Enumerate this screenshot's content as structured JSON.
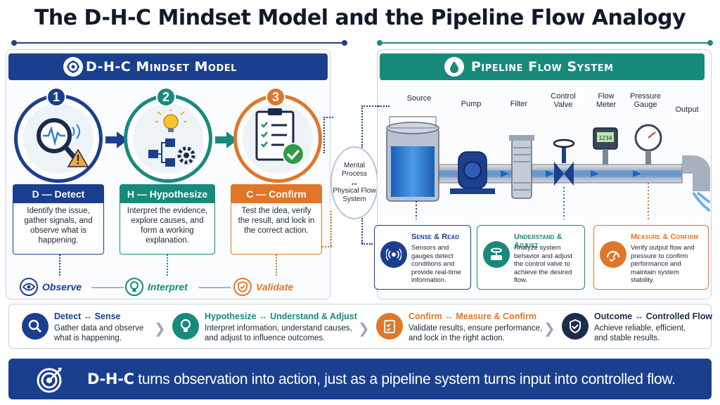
{
  "title": "The D-H-C Mindset Model and the Pipeline Flow Analogy",
  "left_header": "D-H-C Mindset Model",
  "right_header": "Pipeline Flow System",
  "stages": [
    {
      "number": "1",
      "card_title": "D — Detect",
      "card_text": "Identify the issue, gather signals, and observe what is happening.",
      "color": "#1b3f8f",
      "icon": "magnifier-warning-icon"
    },
    {
      "number": "2",
      "card_title": "H — Hypothesize",
      "card_text": "Interpret the evidence, explore causes, and form a working explanation.",
      "color": "#178a7c",
      "icon": "lightbulb-flowchart-icon"
    },
    {
      "number": "3",
      "card_title": "C — Confirm",
      "card_text": "Test the idea, verify the result, and lock in the correct action.",
      "color": "#e0762a",
      "icon": "checklist-icon"
    }
  ],
  "mini_labels": [
    {
      "label": "Observe",
      "icon": "eye-icon",
      "color": "#1b3f8f"
    },
    {
      "label": "Interpret",
      "icon": "lightbulb-icon",
      "color": "#178a7c"
    },
    {
      "label": "Validate",
      "icon": "shield-check-icon",
      "color": "#e0762a"
    }
  ],
  "bridge": {
    "top": "Mental Process",
    "arrow": "↔",
    "bottom": "Physical Flow System"
  },
  "pipeline_labels": [
    {
      "text": "Source"
    },
    {
      "text": "Pump"
    },
    {
      "text": "Filter"
    },
    {
      "text": "Control Valve"
    },
    {
      "text": "Flow Meter"
    },
    {
      "text": "Pressure Gauge"
    },
    {
      "text": "Output"
    }
  ],
  "meter_readout": "1234",
  "pipeline_cards": [
    {
      "title": "Sense & Read",
      "text": "Sensors and gauges detect conditions and provide real-time information.",
      "color": "#1b3f8f",
      "icon": "sensor-icon"
    },
    {
      "title": "Understand & Adjust",
      "text": "Analyze system behavior and adjust the control valve to achieve the desired flow.",
      "color": "#178a7c",
      "icon": "valve-icon"
    },
    {
      "title": "Measure & Confirm",
      "text": "Verify output flow and pressure to confirm performance and maintain system stability.",
      "color": "#e0762a",
      "icon": "gauge-icon"
    }
  ],
  "mappings": [
    {
      "title": "Detect ↔ Sense",
      "text1": "Gather data and observe",
      "text2": "what is happening.",
      "color": "#1b3f8f",
      "icon": "search-icon"
    },
    {
      "title": "Hypothesize ↔ Understand & Adjust",
      "text1": "Interpret information, understand causes,",
      "text2": "and adjust to influence outcomes.",
      "color": "#178a7c",
      "icon": "lightbulb-icon"
    },
    {
      "title": "Confirm ↔ Measure & Confirm",
      "text1": "Validate results, ensure performance,",
      "text2": "and lock in the right action.",
      "color": "#e0762a",
      "icon": "clipboard-check-icon"
    },
    {
      "title": "Outcome ↔ Controlled Flow",
      "text1": "Achieve reliable, efficient,",
      "text2": "and stable results.",
      "color": "#1c2b4a",
      "icon": "shield-check-icon"
    }
  ],
  "banner": {
    "lead": "D-H-C",
    "rest": " turns observation into action, just as a pipeline system turns input into controlled flow."
  }
}
